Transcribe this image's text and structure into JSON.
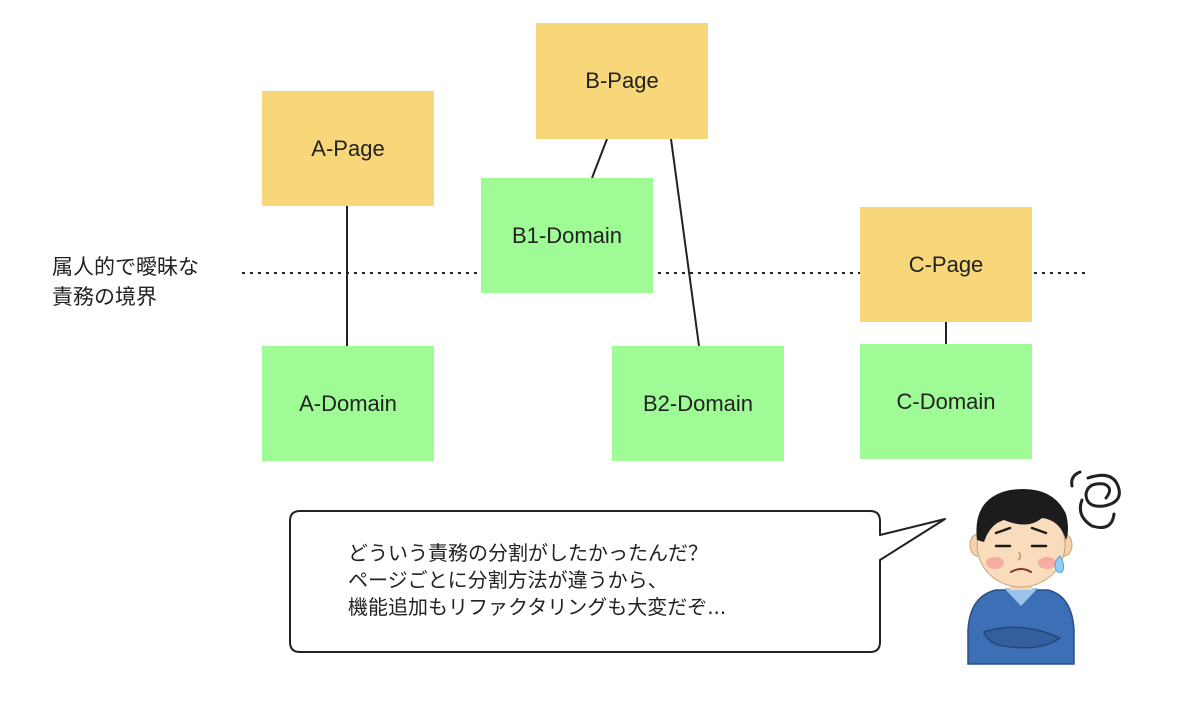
{
  "colors": {
    "page_box": "#f7d77a",
    "domain_box": "#9efb95",
    "line": "#222222"
  },
  "boxes": {
    "a_page": "A-Page",
    "b_page": "B-Page",
    "c_page": "C-Page",
    "a_domain": "A-Domain",
    "b1_domain": "B1-Domain",
    "b2_domain": "B2-Domain",
    "c_domain": "C-Domain"
  },
  "boundary": {
    "line1": "属人的で曖昧な",
    "line2": "責務の境界"
  },
  "speech": {
    "line1": "どういう責務の分割がしたかったんだ？",
    "line2": "ページごとに分割方法が違うから、",
    "line3": "機能追加もリファクタリングも大変だぞ..."
  },
  "character": {
    "icon": "confused-man-icon"
  }
}
